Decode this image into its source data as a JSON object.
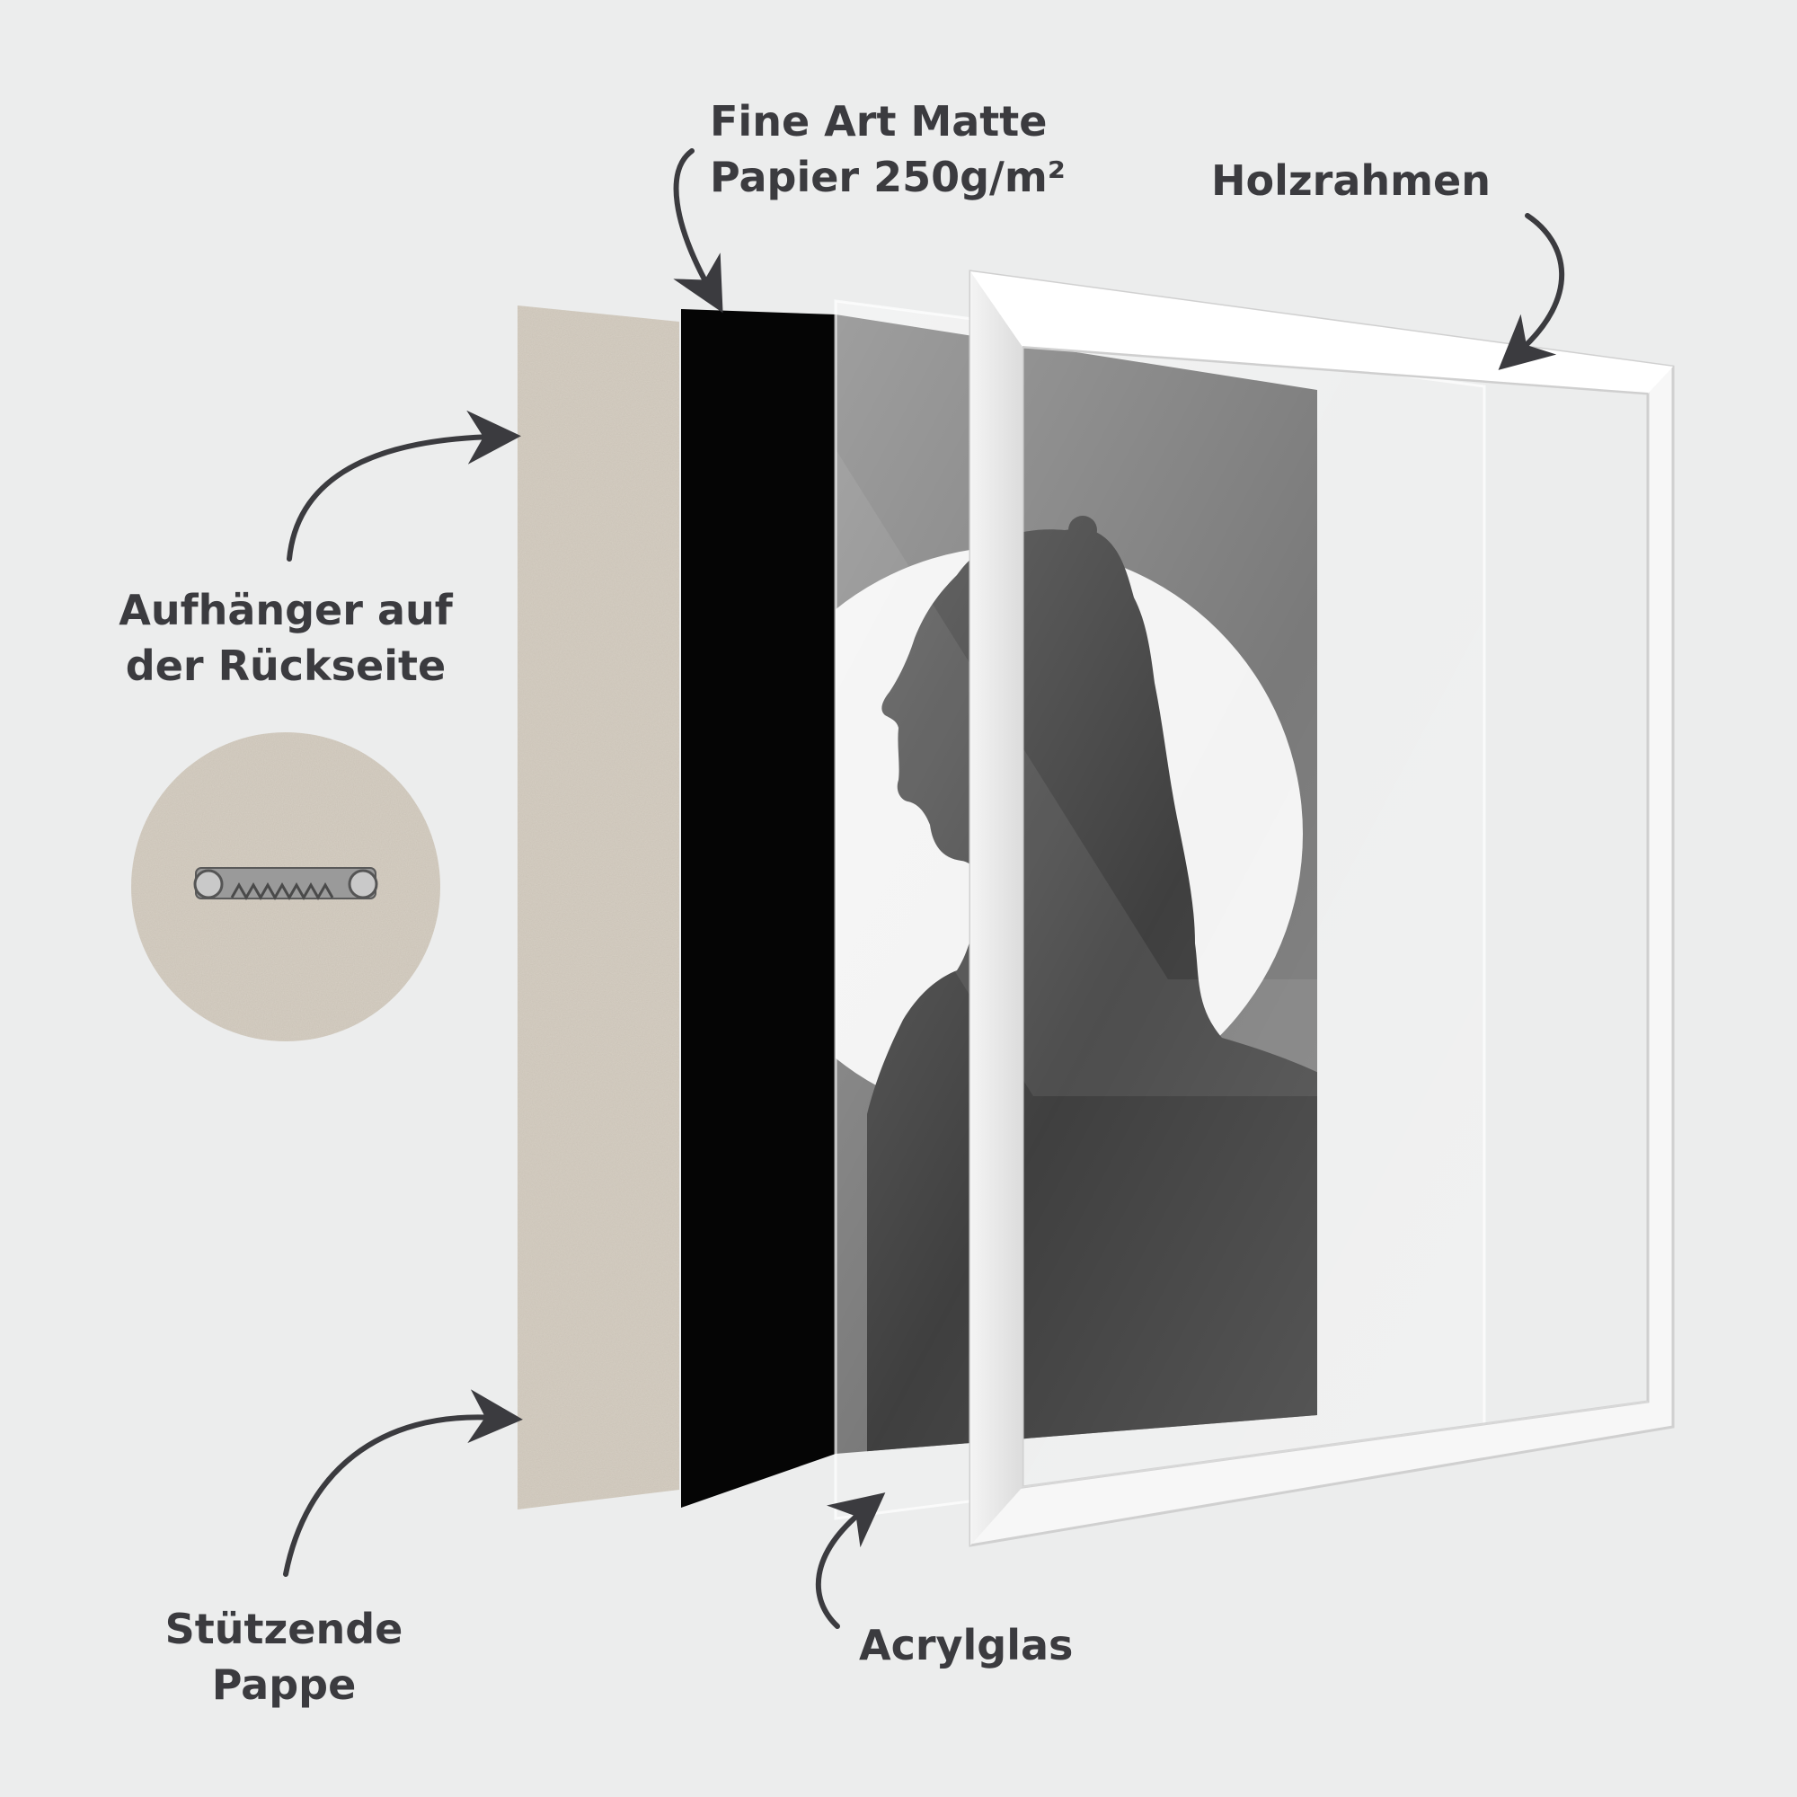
{
  "labels": {
    "fine_art": {
      "line1": "Fine Art Matte",
      "line2": "Papier 250g/m²"
    },
    "holzrahmen": "Holzrahmen",
    "aufhaenger": {
      "line1": "Aufhänger auf",
      "line2": "der Rückseite"
    },
    "stuetzende": {
      "line1": "Stützende",
      "line2": "Pappe"
    },
    "acrylglas": "Acrylglas"
  },
  "colors": {
    "background": "#eceded",
    "label_text": "#3b3b3f",
    "arrow": "#3b3b3f",
    "cardboard": "#d6cfc4",
    "black_paper": "#050505",
    "print_background": "#6b6b6b",
    "halo": "#f2f2f2",
    "silhouette": "#2a2a2a",
    "frame": "#ffffff"
  },
  "icons": [
    "sawtooth-hanger-icon",
    "arrow-icon"
  ]
}
